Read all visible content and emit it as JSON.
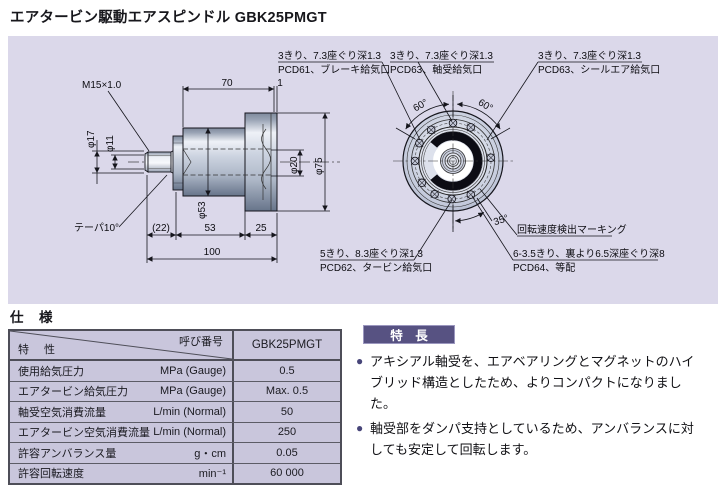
{
  "page": {
    "title": "エアタービン駆動エアスピンドル GBK25PMGT"
  },
  "colors": {
    "panel_bg": "#dbd8ea",
    "table_bg": "#c9c6dc",
    "table_border": "#4e4e58",
    "badge_bg": "#575282",
    "badge_text": "#ffffff",
    "bullet": "#474579",
    "line": "#15151c"
  },
  "drawing": {
    "side": {
      "m15": "M15×1.0",
      "d70": "70",
      "d1": "1",
      "dia17": "φ17",
      "dia11": "φ11",
      "taper": "テーパ10°",
      "d22": "(22)",
      "d53": "53",
      "d25": "25",
      "d100": "100",
      "dia53": "φ53",
      "dia20": "φ20",
      "dia75": "φ75"
    },
    "front": {
      "hole1_l1": "3きり、7.3座ぐり深1.3",
      "hole1_l2": "PCD61、ブレーキ給気口",
      "hole2_l1": "3きり、7.3座ぐり深1.3",
      "hole2_l2": "PCD63、軸受給気口",
      "hole3_l1": "3きり、7.3座ぐり深1.3",
      "hole3_l2": "PCD63、シールエア給気口",
      "hole4_l1": "5きり、8.3座ぐり深1.3",
      "hole4_l2": "PCD62、タービン給気口",
      "hole5_l1": "6-3.5きり、裏より6.5深座ぐり深8",
      "hole5_l2": "PCD64、等配",
      "ang60_left": "60°",
      "ang60_right": "60°",
      "ang35": "35°",
      "marking": "回転速度検出マーキング"
    }
  },
  "specs": {
    "heading": "仕　様",
    "header_top": "呼び番号",
    "header_bottom": "特　性",
    "model": "GBK25PMGT",
    "rows": [
      {
        "name": "使用給気圧力",
        "unit": "MPa (Gauge)",
        "value": "0.5"
      },
      {
        "name": "エアタービン給気圧力",
        "unit": "MPa (Gauge)",
        "value": "Max. 0.5"
      },
      {
        "name": "軸受空気消費流量",
        "unit": "L/min (Normal)",
        "value": "50"
      },
      {
        "name": "エアタービン空気消費流量",
        "unit": "L/min (Normal)",
        "value": "250"
      },
      {
        "name": "許容アンバランス量",
        "unit": "g・cm",
        "value": "0.05"
      },
      {
        "name": "許容回転速度",
        "unit": "min⁻¹",
        "value": "60 000"
      }
    ]
  },
  "features": {
    "heading": "特　長",
    "bullet_char": "●",
    "items": [
      "アキシアル軸受を、エアベアリングとマグネットのハイブリッド構造としたため、よりコンパクトになりました。",
      "軸受部をダンパ支持としているため、アンバランスに対しても安定して回転します。"
    ]
  }
}
